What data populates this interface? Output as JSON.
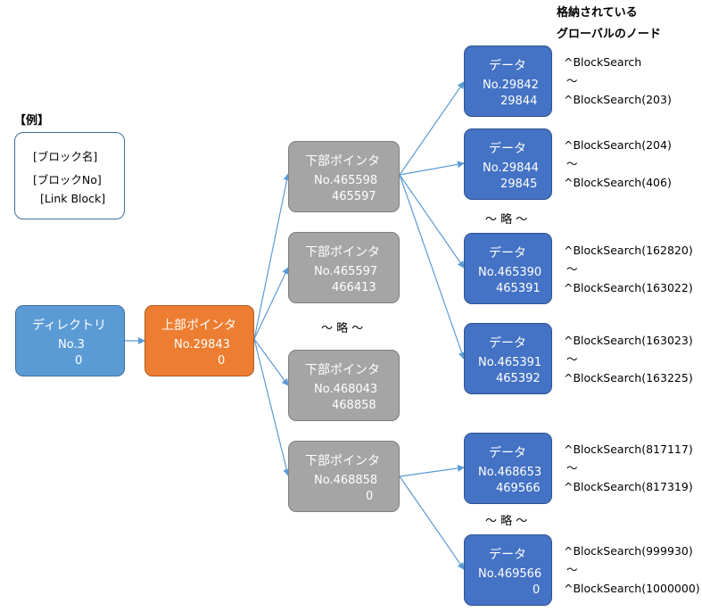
{
  "header": {
    "line1": "格納されている",
    "line2": "グローバルのノード"
  },
  "legend": {
    "title": "【例】",
    "line1": "[ブロック名]",
    "line2": "[ブロックNo]",
    "line3": "[Link Block]"
  },
  "nodes": {
    "directory": {
      "title": "ディレクトリ",
      "no": "No.3",
      "link": "0"
    },
    "upper": {
      "title": "上部ポインタ",
      "no": "No.29843",
      "link": "0"
    },
    "lower": [
      {
        "title": "下部ポインタ",
        "no": "No.465598",
        "link": "465597"
      },
      {
        "title": "下部ポインタ",
        "no": "No.465597",
        "link": "466413"
      },
      {
        "title": "下部ポインタ",
        "no": "No.468043",
        "link": "468858"
      },
      {
        "title": "下部ポインタ",
        "no": "No.468858",
        "link": "0"
      }
    ],
    "data": [
      {
        "title": "データ",
        "no": "No.29842",
        "link": "29844"
      },
      {
        "title": "データ",
        "no": "No.29844",
        "link": "29845"
      },
      {
        "title": "データ",
        "no": "No.465390",
        "link": "465391"
      },
      {
        "title": "データ",
        "no": "No.465391",
        "link": "465392"
      },
      {
        "title": "データ",
        "no": "No.468653",
        "link": "469566"
      },
      {
        "title": "データ",
        "no": "No.469566",
        "link": "0"
      }
    ]
  },
  "ellipsis": {
    "lower": "～ 略 ～",
    "data_upper": "～ 略 ～",
    "data_lower": "～ 略 ～"
  },
  "globals": [
    {
      "from": "^BlockSearch",
      "tilde": "～",
      "to": "^BlockSearch(203)"
    },
    {
      "from": "^BlockSearch(204)",
      "tilde": "～",
      "to": "^BlockSearch(406)"
    },
    {
      "from": "^BlockSearch(162820)",
      "tilde": "～",
      "to": "^BlockSearch(163022)"
    },
    {
      "from": "^BlockSearch(163023)",
      "tilde": "～",
      "to": "^BlockSearch(163225)"
    },
    {
      "from": "^BlockSearch(817117)",
      "tilde": "～",
      "to": "^BlockSearch(817319)"
    },
    {
      "from": "^BlockSearch(999930)",
      "tilde": "～",
      "to": "^BlockSearch(1000000)"
    }
  ],
  "colors": {
    "directory": "#5B9BD5",
    "upper": "#ED7D31",
    "lower": "#A5A5A5",
    "data": "#4472C4",
    "arrow": "#5B9BD5"
  }
}
